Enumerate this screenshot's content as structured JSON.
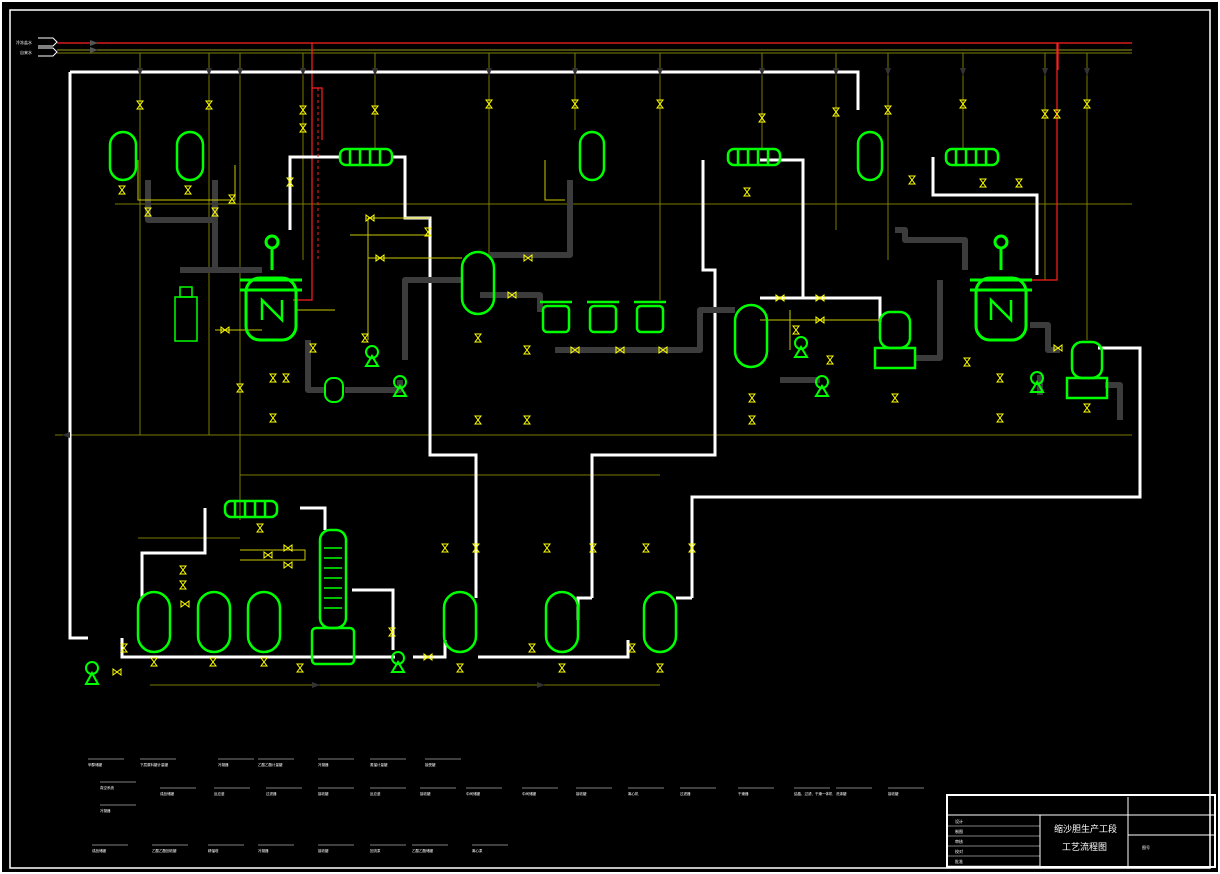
{
  "drawing": {
    "title_line1": "缩沙胆生产工段",
    "title_line2": "工艺流程图",
    "sheet_label": "图号"
  },
  "inlets": [
    "冷冻盐水",
    "自来水"
  ],
  "legend": [
    [
      "甲醇储罐",
      "下层原料罐计量罐",
      "冷凝器",
      "乙酸乙酯计量罐",
      "冷凝器",
      "蒸馏计量罐",
      "接受罐"
    ],
    [
      "真空系统"
    ],
    [
      "冷凝器"
    ],
    [
      "成品储罐",
      "反应釜",
      "过滤器",
      "接收罐",
      "反应釜",
      "接收罐",
      "中间储罐",
      "中间储罐",
      "接收罐",
      "离心机",
      "过滤器",
      "干燥器",
      "结晶、过滤、干燥一体机",
      "洗涤罐",
      "接收罐"
    ],
    [
      "成品储罐",
      "乙酸乙酯回收罐",
      "精馏塔",
      "冷凝器",
      "接收罐",
      "回流泵",
      "乙酸乙酯储罐",
      "离心泵"
    ]
  ],
  "title_block_rows": [
    "设计",
    "制图",
    "审核",
    "校对",
    "批准"
  ],
  "colors": {
    "background": "#000000",
    "equipment": "#00ff00",
    "valve": "#ffff00",
    "main_pipe": "#ffffff",
    "aux_pipe": "#3c3c3c",
    "steam_line": "#ff0000",
    "utility_line": "#808000"
  }
}
